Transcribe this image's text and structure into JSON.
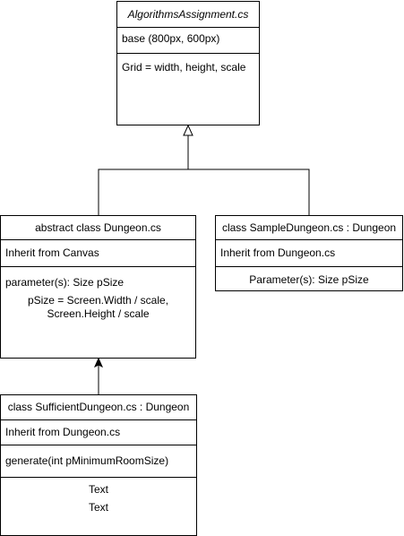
{
  "classes": {
    "algorithms": {
      "title": "AlgorithmsAssignment.cs",
      "section1": "base (800px, 600px)",
      "section2": "Grid = width, height, scale"
    },
    "dungeon": {
      "title": "abstract class Dungeon.cs",
      "section1": "Inherit from Canvas",
      "section2_line1": "parameter(s): Size pSize",
      "section2_line2": "pSize = Screen.Width / scale,",
      "section2_line3": "Screen.Height / scale"
    },
    "sample": {
      "title": "class SampleDungeon.cs : Dungeon",
      "section1": "Inherit from Dungeon.cs",
      "section2": "Parameter(s): Size pSize"
    },
    "sufficient": {
      "title": "class SufficientDungeon.cs : Dungeon",
      "section1": "Inherit from Dungeon.cs",
      "section2": "generate(int pMinimumRoomSize)",
      "section3_line1": "Text",
      "section3_line2": "Text"
    }
  },
  "colors": {
    "stroke": "#000000",
    "fill": "#ffffff",
    "text": "#000000"
  }
}
